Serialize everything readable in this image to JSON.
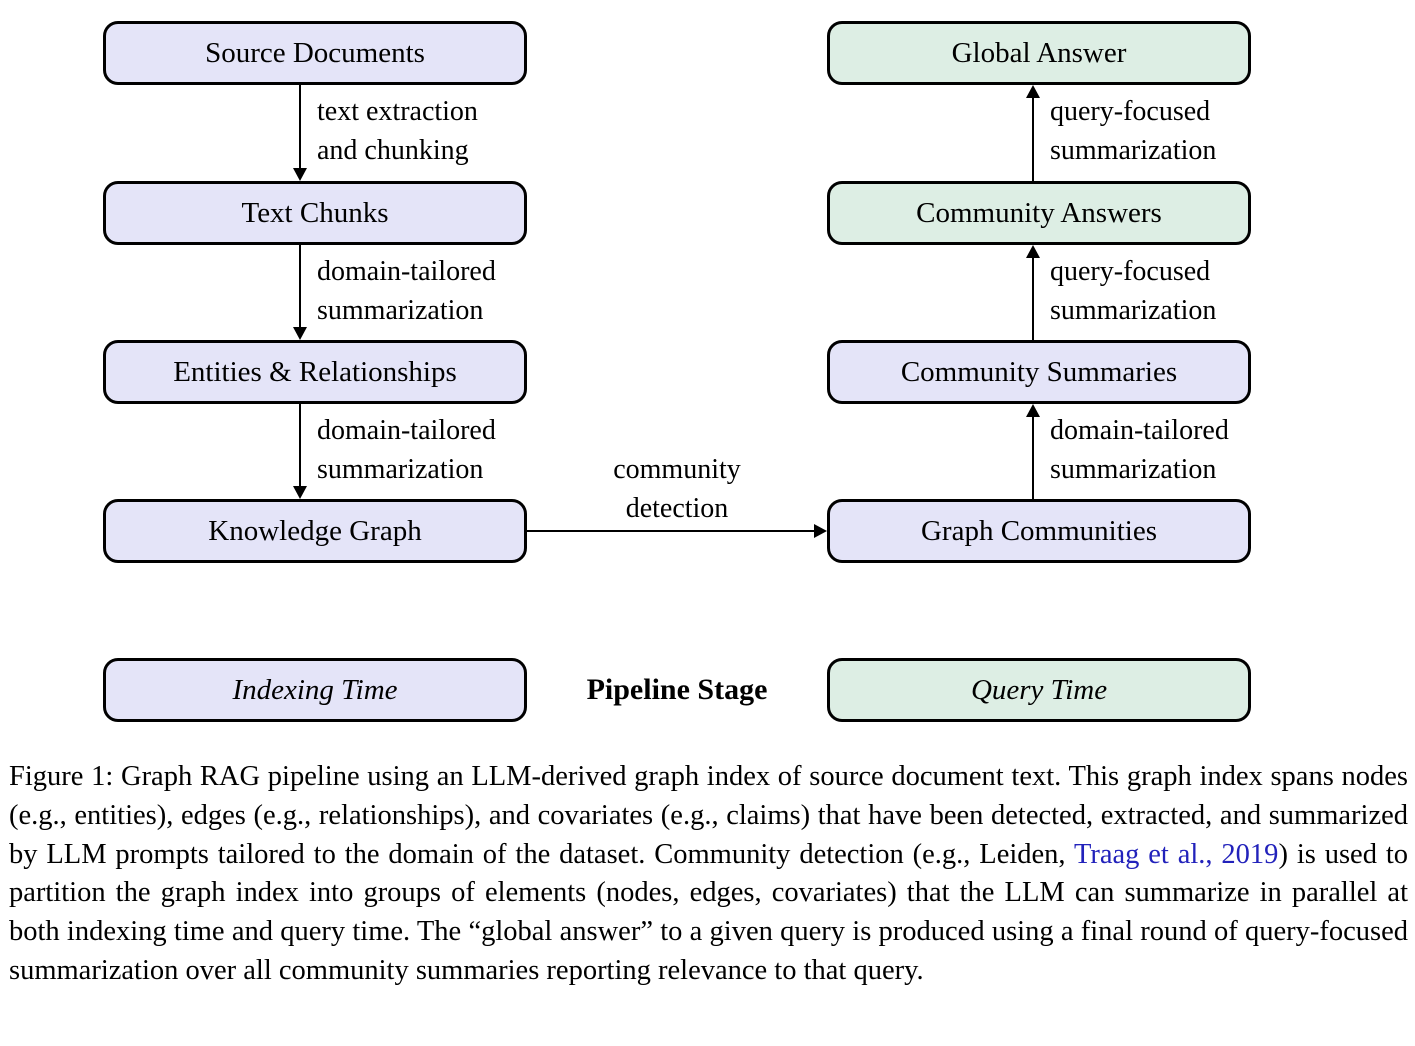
{
  "colors": {
    "index_fill": "#e4e4f8",
    "query_fill": "#ddeee4",
    "node_border": "#000000",
    "link_color": "#2222bb"
  },
  "diagram": {
    "left_nodes": [
      {
        "label": "Source Documents"
      },
      {
        "label": "Text Chunks"
      },
      {
        "label": "Entities & Relationships"
      },
      {
        "label": "Knowledge Graph"
      }
    ],
    "left_edges": [
      {
        "line1": "text extraction",
        "line2": "and chunking"
      },
      {
        "line1": "domain-tailored",
        "line2": "summarization"
      },
      {
        "line1": "domain-tailored",
        "line2": "summarization"
      }
    ],
    "right_nodes": [
      {
        "label": "Global Answer"
      },
      {
        "label": "Community Answers"
      },
      {
        "label": "Community Summaries"
      },
      {
        "label": "Graph Communities"
      }
    ],
    "right_edges": [
      {
        "line1": "query-focused",
        "line2": "summarization"
      },
      {
        "line1": "query-focused",
        "line2": "summarization"
      },
      {
        "line1": "domain-tailored",
        "line2": "summarization"
      }
    ],
    "cross_edge": {
      "line1": "community",
      "line2": "detection"
    },
    "legend": {
      "indexing": "Indexing Time",
      "stage": "Pipeline Stage",
      "query": "Query Time"
    }
  },
  "caption": {
    "before_link": "Figure 1:  Graph RAG pipeline using an LLM-derived graph index of source document text.  This graph index spans nodes (e.g., entities), edges (e.g., relationships), and covariates (e.g., claims) that have been detected, extracted, and summarized by LLM prompts tailored to the domain of the dataset.  Community detection (e.g., Leiden, ",
    "link": "Traag et al., 2019",
    "after_link": ") is used to partition the graph index into groups of elements (nodes, edges, covariates) that the LLM can summarize in parallel at both indexing time and query time. The “global answer” to a given query is produced using a final round of query-focused summarization over all community summaries reporting relevance to that query."
  }
}
